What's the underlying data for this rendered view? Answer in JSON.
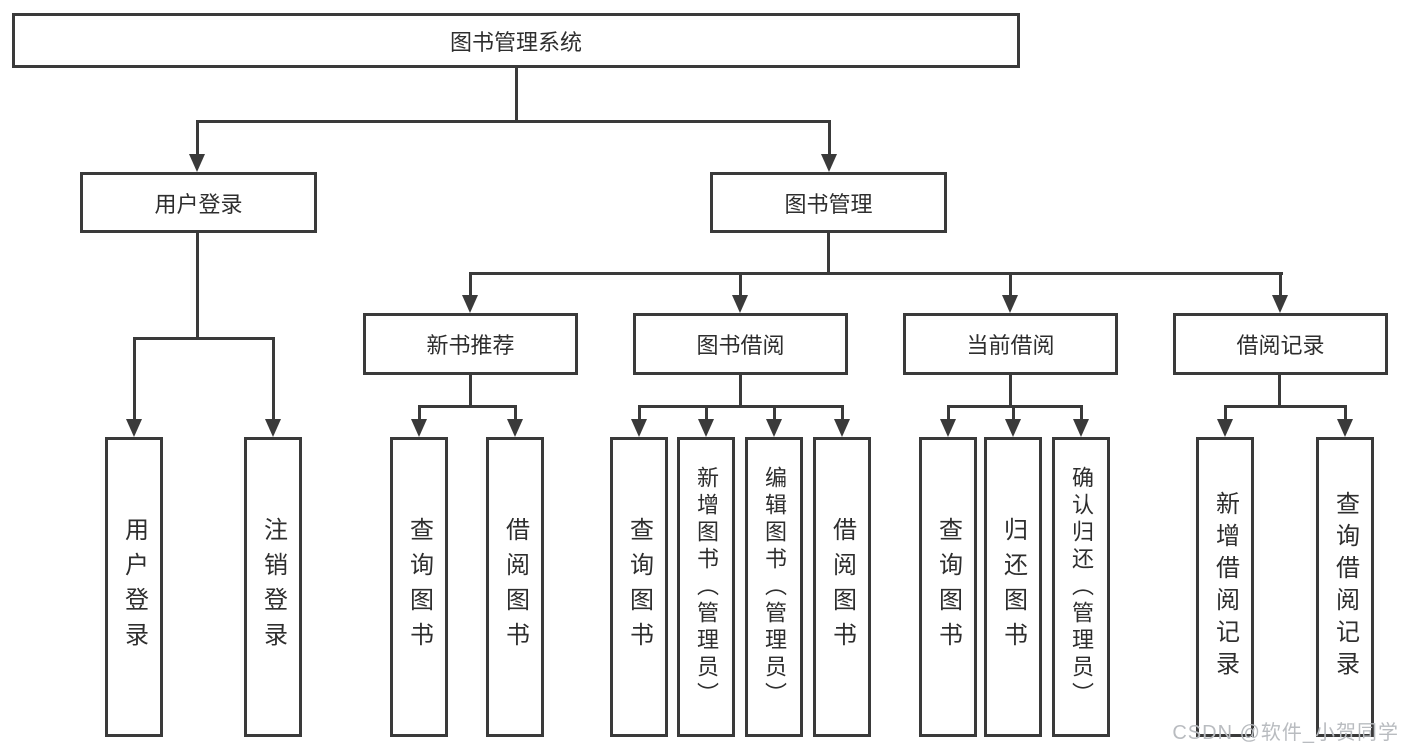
{
  "tree": {
    "label": "图书管理系统",
    "children": [
      {
        "label": "用户登录",
        "children": [
          {
            "label": "用户登录"
          },
          {
            "label": "注销登录"
          }
        ]
      },
      {
        "label": "图书管理",
        "children": [
          {
            "label": "新书推荐",
            "children": [
              {
                "label": "查询图书"
              },
              {
                "label": "借阅图书"
              }
            ]
          },
          {
            "label": "图书借阅",
            "children": [
              {
                "label": "查询图书"
              },
              {
                "label": "新增图书（管理员）"
              },
              {
                "label": "编辑图书（管理员）"
              },
              {
                "label": "借阅图书"
              }
            ]
          },
          {
            "label": "当前借阅",
            "children": [
              {
                "label": "查询图书"
              },
              {
                "label": "归还图书"
              },
              {
                "label": "确认归还（管理员）"
              }
            ]
          },
          {
            "label": "借阅记录",
            "children": [
              {
                "label": "新增借阅记录"
              },
              {
                "label": "查询借阅记录"
              }
            ]
          }
        ]
      }
    ]
  },
  "watermark": "CSDN @软件_小贺同学",
  "colors": {
    "line": "#3a3a3a",
    "text": "#2e2e2e",
    "box_fill": "#ffffff",
    "background": "#ffffff",
    "watermark": "#b9bcc0"
  }
}
